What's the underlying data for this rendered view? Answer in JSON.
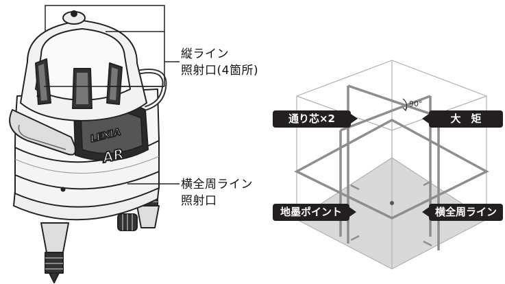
{
  "callouts": {
    "vertical_line_port": [
      "縦ライン",
      "照射口(4箇所)"
    ],
    "horizontal_line_port": [
      "横全周ライン",
      "照射口"
    ]
  },
  "badges": {
    "plumb_x2": "通り芯×2",
    "square": "大　矩",
    "floor_point": "地墨ポイント",
    "full_horizontal_line": "横全周ライン"
  },
  "angle_label": "90°",
  "device_logo": "LEXIA",
  "device_model": "AR"
}
